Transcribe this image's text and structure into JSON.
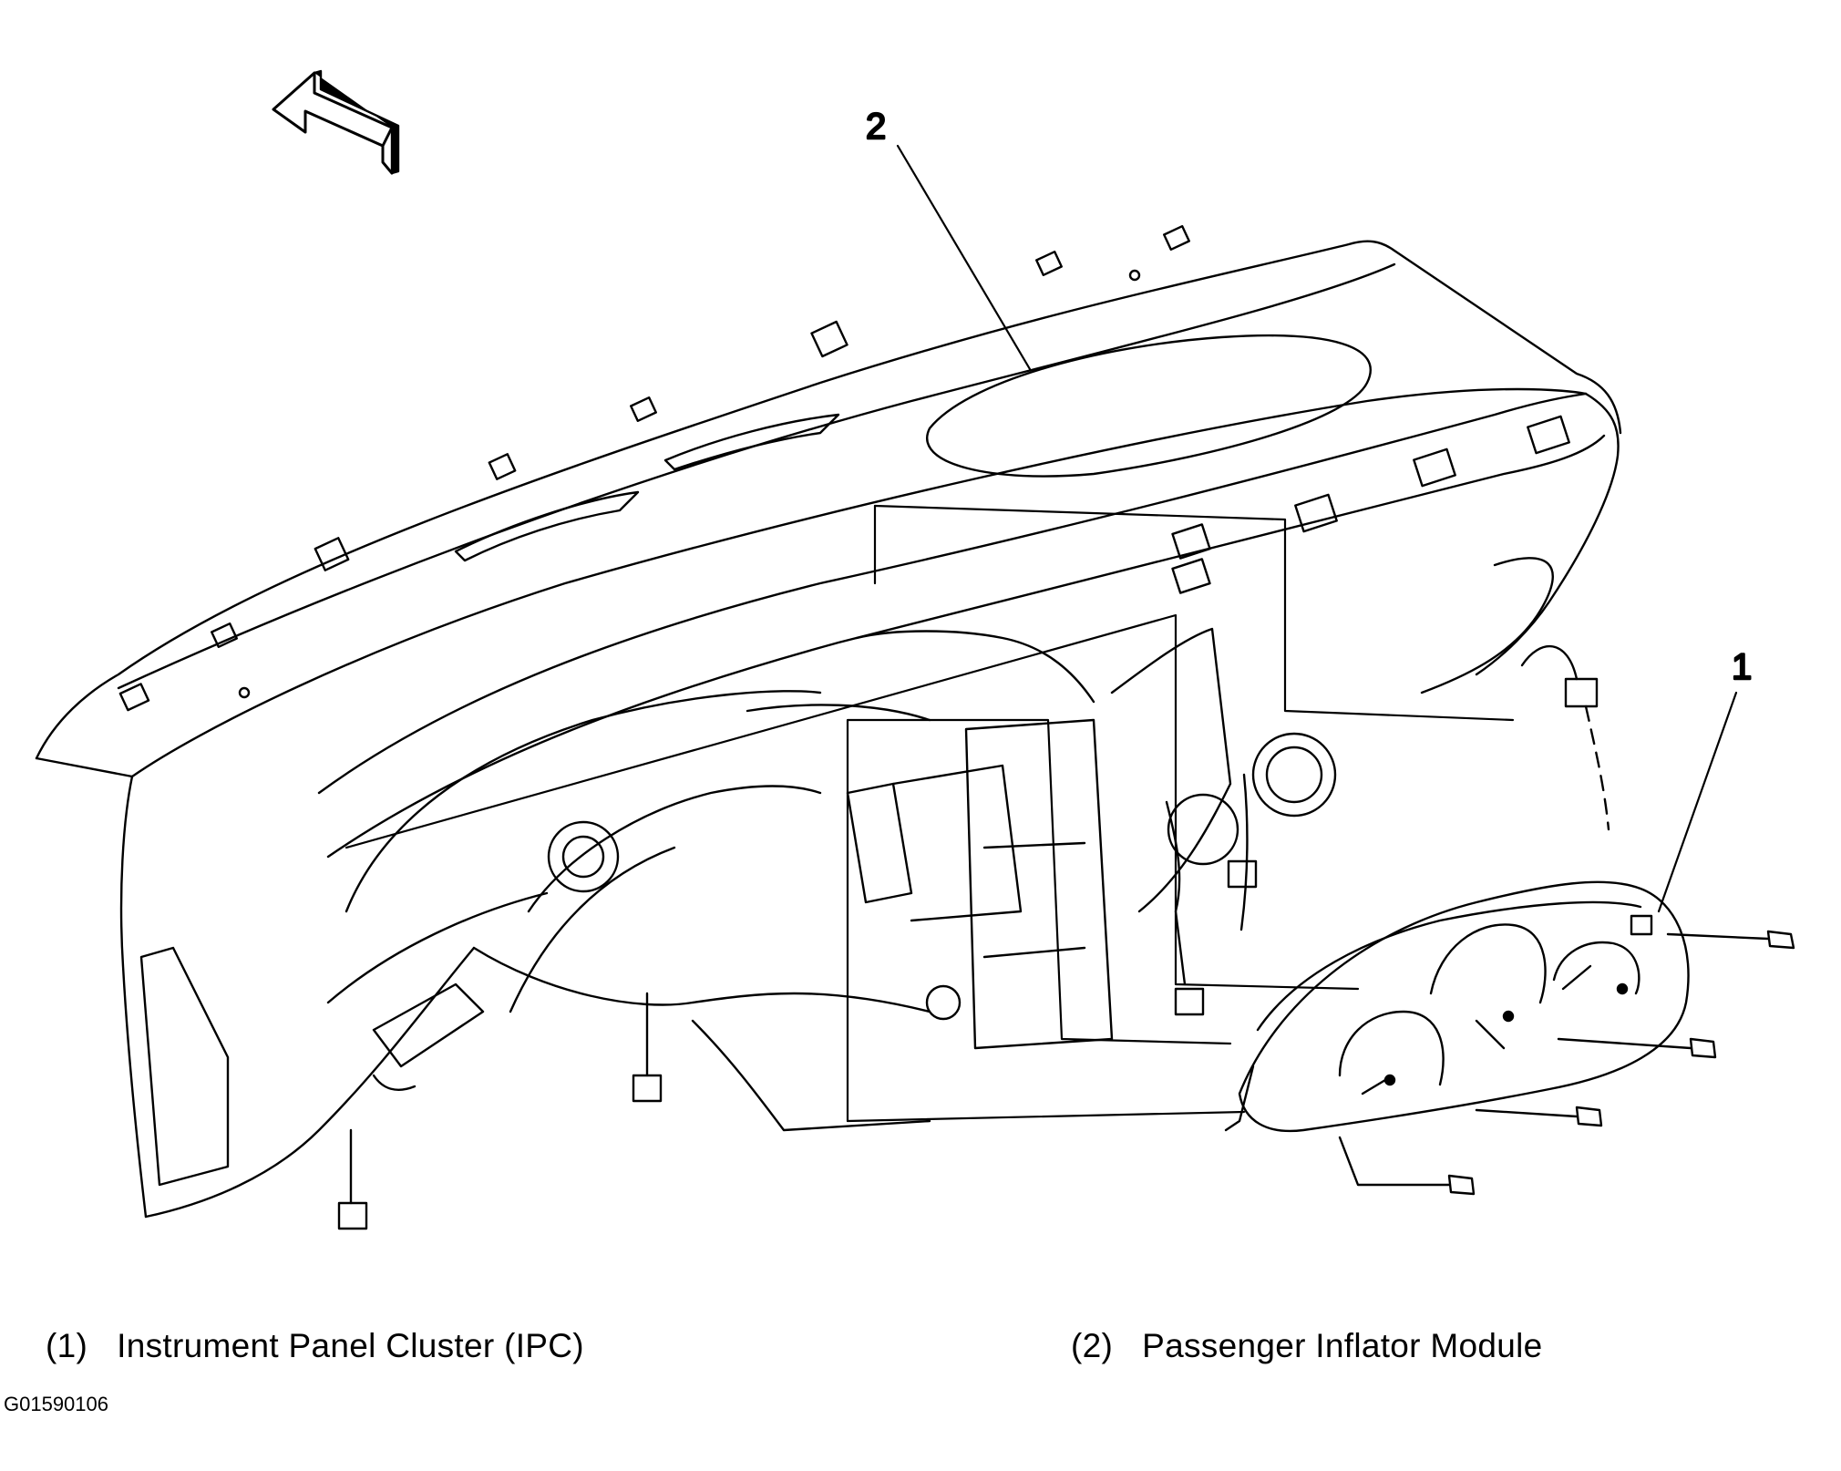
{
  "callouts": [
    {
      "id": "1",
      "text": "1"
    },
    {
      "id": "2",
      "text": "2"
    }
  ],
  "legend": [
    {
      "number": "(1)",
      "label": "Instrument Panel Cluster (IPC)"
    },
    {
      "number": "(2)",
      "label": "Passenger Inflator Module"
    }
  ],
  "figure_code": "G01590106"
}
